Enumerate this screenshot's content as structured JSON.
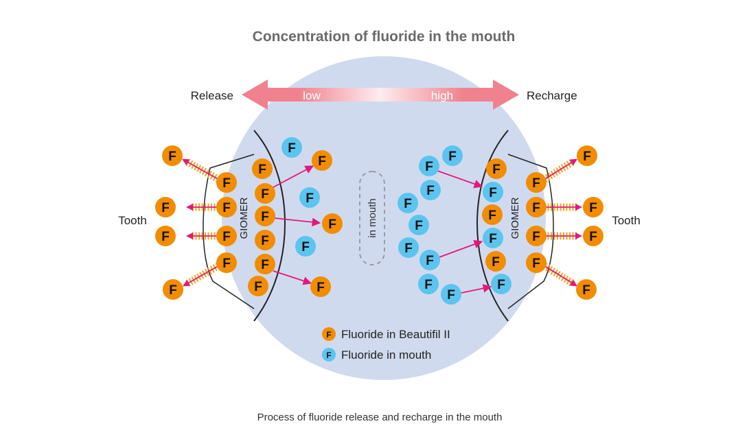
{
  "title": "Concentration of fluoride in the mouth",
  "caption": "Process of fluoride release and recharge in the mouth",
  "gradient": {
    "left_label": "Release",
    "right_label": "Recharge",
    "low": "low",
    "high": "high"
  },
  "labels": {
    "tooth": "Tooth",
    "giomer": "GIOMER",
    "in_mouth": "in mouth"
  },
  "ion_symbol": "F",
  "legend": [
    {
      "label": "Fluoride in Beautifil II",
      "color": "#F28C00"
    },
    {
      "label": "Fluoride in mouth",
      "color": "#5BC4EF"
    }
  ],
  "colors": {
    "circle": "#D0DAEE",
    "arrow_pink": "#F0818E",
    "arrow_magenta": "#E2187C",
    "striped": "#F5A623",
    "orange": "#F28C00",
    "blue": "#5BC4EF"
  }
}
